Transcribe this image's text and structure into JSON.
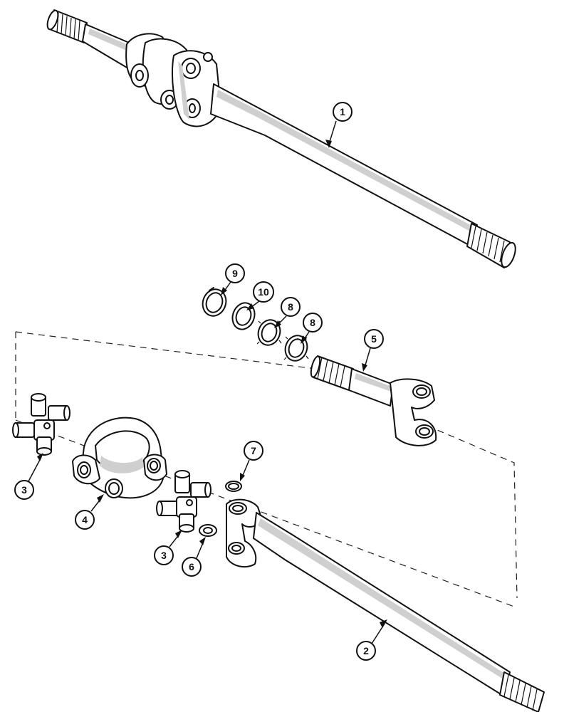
{
  "callouts": [
    {
      "id": "c1",
      "label": "1"
    },
    {
      "id": "c2",
      "label": "2"
    },
    {
      "id": "c3a",
      "label": "3"
    },
    {
      "id": "c3b",
      "label": "3"
    },
    {
      "id": "c4",
      "label": "4"
    },
    {
      "id": "c5",
      "label": "5"
    },
    {
      "id": "c6",
      "label": "6"
    },
    {
      "id": "c7",
      "label": "7"
    },
    {
      "id": "c8a",
      "label": "8"
    },
    {
      "id": "c8b",
      "label": "8"
    },
    {
      "id": "c9",
      "label": "9"
    },
    {
      "id": "c10",
      "label": "10"
    }
  ],
  "colors": {
    "line": "#111111",
    "background": "#ffffff",
    "shade": "#cfcfcf"
  }
}
